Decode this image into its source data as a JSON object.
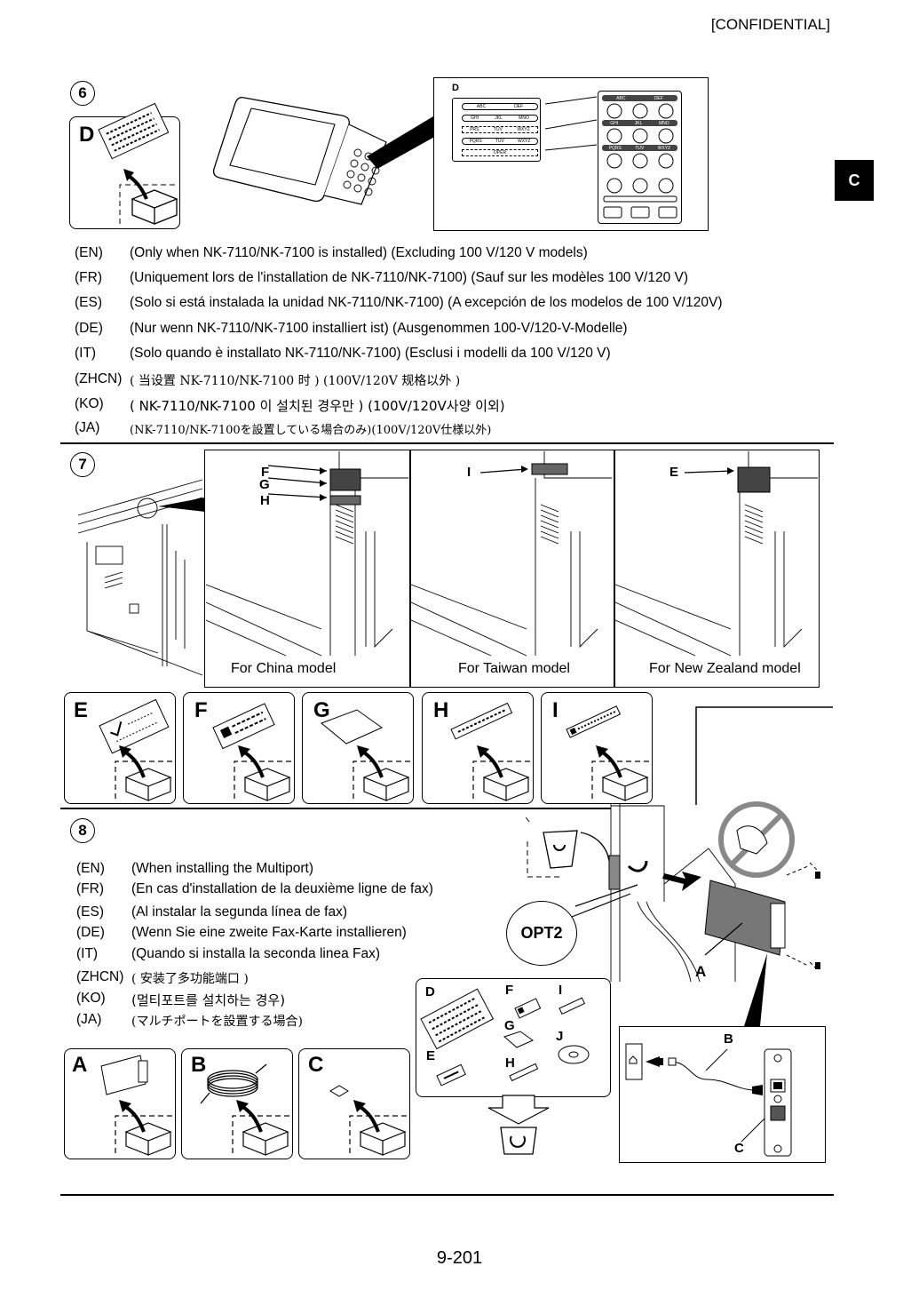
{
  "header": {
    "confidential": "[CONFIDENTIAL]",
    "side_tab": "C"
  },
  "step6": {
    "number": "6",
    "part_letter": "D",
    "detail_label": "D",
    "keypad_sheet": {
      "row_labels": [
        "ABC",
        "DEF",
        "GHI",
        "JKL",
        "MNO",
        "PRS",
        "TUV",
        "WXYZ",
        "PQRS",
        "TUV",
        "WXYZ",
        "OPER"
      ]
    },
    "keypad": {
      "row_labels": [
        "ABC",
        "DEF",
        "GHI",
        "JKL",
        "MNO",
        "PQRS",
        "TUV",
        "WXYZ"
      ]
    },
    "notes": [
      {
        "code": "(EN)",
        "text": "(Only when NK-7110/NK-7100 is installed) (Excluding 100 V/120 V models)"
      },
      {
        "code": "(FR)",
        "text": "(Uniquement lors de l'installation de NK-7110/NK-7100) (Sauf sur les modèles 100 V/120 V)"
      },
      {
        "code": "(ES)",
        "text": "(Solo si está instalada la unidad NK-7110/NK-7100) (A excepción de los modelos de 100 V/120V)"
      },
      {
        "code": "(DE)",
        "text": "(Nur wenn NK-7110/NK-7100 installiert ist) (Ausgenommen 100-V/120-V-Modelle)"
      },
      {
        "code": "(IT)",
        "text": "(Solo quando è installato NK-7110/NK-7100) (Esclusi i modelli da 100 V/120 V)"
      },
      {
        "code": "(ZHCN)",
        "text": "( 当设置 NK-7110/NK-7100 时 ) (100V/120V 规格以外 )"
      },
      {
        "code": "(KO)",
        "text": "( NK-7110/NK-7100 이 설치된 경우만 ) (100V/120V사양 이외)"
      },
      {
        "code": "(JA)",
        "text": "(NK-7110/NK-7100を設置している場合のみ)(100V/120V仕様以外)"
      }
    ]
  },
  "step7": {
    "number": "7",
    "panels": [
      {
        "callouts": [
          "F",
          "G",
          "H"
        ],
        "caption": "For China model"
      },
      {
        "callouts": [
          "I"
        ],
        "caption": "For Taiwan model"
      },
      {
        "callouts": [
          "E"
        ],
        "caption": "For New Zealand model"
      }
    ],
    "parts": [
      "E",
      "F",
      "G",
      "H",
      "I"
    ]
  },
  "step8": {
    "number": "8",
    "notes": [
      {
        "code": "(EN)",
        "text": "(When installing the Multiport)"
      },
      {
        "code": "(FR)",
        "text": "(En cas d'installation de la deuxième ligne de fax)"
      },
      {
        "code": "(ES)",
        "text": "(Al instalar la segunda línea de fax)"
      },
      {
        "code": "(DE)",
        "text": "(Wenn Sie eine zweite Fax-Karte installieren)"
      },
      {
        "code": "(IT)",
        "text": "(Quando si installa la seconda linea Fax)"
      },
      {
        "code": "(ZHCN)",
        "text": "( 安装了多功能端口 )"
      },
      {
        "code": "(KO)",
        "text": "(멀티포트를 설치하는 경우)"
      },
      {
        "code": "(JA)",
        "text": "(マルチポートを設置する場合)"
      }
    ],
    "parts": [
      "A",
      "B",
      "C"
    ],
    "discard_labels": [
      "D",
      "F",
      "I",
      "G",
      "J",
      "E",
      "H"
    ],
    "opt_label": "OPT2",
    "card_label": "A",
    "connector_labels": [
      "B",
      "C"
    ]
  },
  "footer": {
    "page_number": "9-201"
  }
}
